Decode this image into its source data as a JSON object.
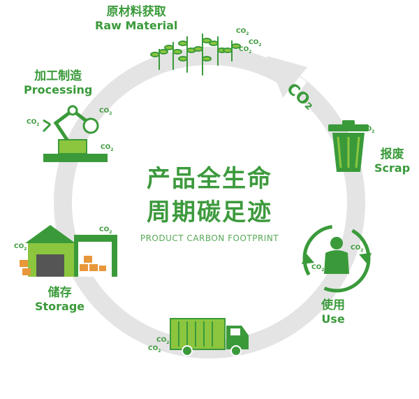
{
  "center": {
    "title_line1": "产品全生命",
    "title_line2": "周期碳足迹",
    "subtitle": "PRODUCT CARBON FOOTPRINT"
  },
  "stages": [
    {
      "id": "raw-material",
      "zh": "原材料获取",
      "en": "Raw Material",
      "icon": "plant-sprouts-icon"
    },
    {
      "id": "scrap",
      "zh": "报废",
      "en": "Scrap",
      "icon": "trash-bin-icon"
    },
    {
      "id": "use",
      "zh": "使用",
      "en": "Use",
      "icon": "person-recycle-icon"
    },
    {
      "id": "transport",
      "zh": "",
      "en": "",
      "icon": "delivery-truck-icon"
    },
    {
      "id": "storage",
      "zh": "储存",
      "en": "Storage",
      "icon": "warehouse-icon"
    },
    {
      "id": "processing",
      "zh": "加工制造",
      "en": "Processing",
      "icon": "robot-arm-icon"
    }
  ],
  "co2_label": "CO",
  "co2_sub": "2",
  "cycle_arrow_label": "CO₂",
  "colors": {
    "green": "#3a9a3a",
    "light_green": "#8cc63f",
    "ring": "#e3e3e3"
  }
}
